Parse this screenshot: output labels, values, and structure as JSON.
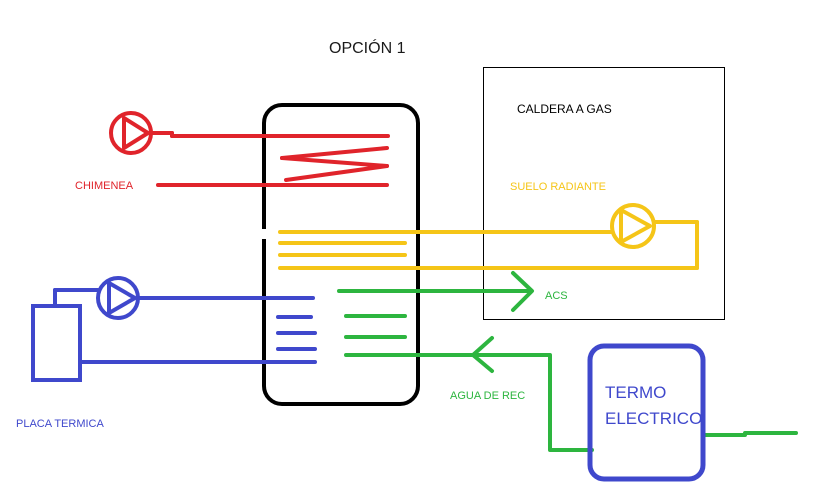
{
  "title": "OPCIÓN 1",
  "colors": {
    "red": "#e0242b",
    "yellow": "#f5c518",
    "blue": "#3f48cc",
    "green": "#2db53f",
    "black": "#000000"
  },
  "labels": {
    "caldera": "CALDERA A GAS",
    "chimenea": "CHIMENEA",
    "suelo_radiante": "SUELO RADIANTE",
    "acs": "ACS",
    "agua_de_rec": "AGUA DE REC",
    "placa_termica": "PLACA TERMICA",
    "termo_line1": "TERMO",
    "termo_line2": "ELECTRICO"
  },
  "icons": {
    "pump_red": "pump-icon",
    "pump_yellow": "pump-icon",
    "pump_blue": "pump-icon",
    "arrow_acs": "arrow-right-icon",
    "arrow_return": "arrow-left-icon"
  }
}
